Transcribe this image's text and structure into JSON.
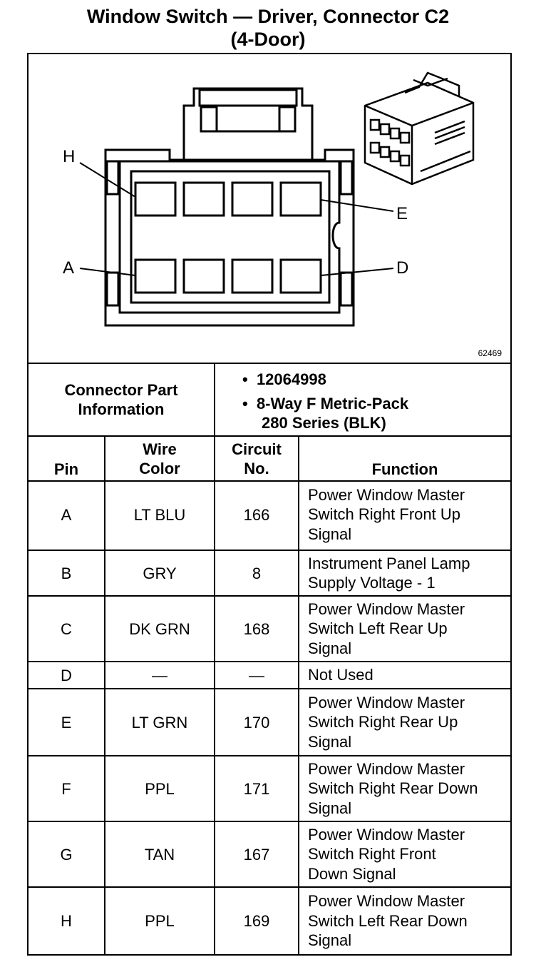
{
  "title": {
    "line1": "Window Switch — Driver, Connector C2",
    "line2": "(4-Door)"
  },
  "diagram": {
    "labels": {
      "h": "H",
      "e": "E",
      "a": "A",
      "d": "D"
    },
    "figure_number": "62469"
  },
  "connector_info": {
    "label_line1": "Connector Part",
    "label_line2": "Information",
    "bullet": "•",
    "part_number": "12064998",
    "description_line1": "8-Way F Metric-Pack",
    "description_line2": "280 Series (BLK)"
  },
  "table": {
    "headers": {
      "pin": "Pin",
      "wire_line1": "Wire",
      "wire_line2": "Color",
      "circuit_line1": "Circuit",
      "circuit_line2": "No.",
      "function": "Function"
    },
    "rows": [
      {
        "pin": "A",
        "color": "LT BLU",
        "circuit": "166",
        "function": [
          "Power Window Master",
          "Switch Right Front Up",
          "Signal"
        ]
      },
      {
        "pin": "B",
        "color": "GRY",
        "circuit": "8",
        "function": [
          "Instrument Panel Lamp",
          "Supply Voltage - 1"
        ]
      },
      {
        "pin": "C",
        "color": "DK GRN",
        "circuit": "168",
        "function": [
          "Power Window Master",
          "Switch Left Rear Up",
          "Signal"
        ]
      },
      {
        "pin": "D",
        "color": "—",
        "circuit": "—",
        "function": [
          "Not Used"
        ]
      },
      {
        "pin": "E",
        "color": "LT GRN",
        "circuit": "170",
        "function": [
          "Power Window Master",
          "Switch Right Rear Up",
          "Signal"
        ]
      },
      {
        "pin": "F",
        "color": "PPL",
        "circuit": "171",
        "function": [
          "Power Window Master",
          "Switch Right Rear Down",
          "Signal"
        ]
      },
      {
        "pin": "G",
        "color": "TAN",
        "circuit": "167",
        "function": [
          "Power Window Master",
          "Switch Right Front",
          "Down Signal"
        ]
      },
      {
        "pin": "H",
        "color": "PPL",
        "circuit": "169",
        "function": [
          "Power Window Master",
          "Switch Left Rear Down",
          "Signal"
        ]
      }
    ]
  }
}
